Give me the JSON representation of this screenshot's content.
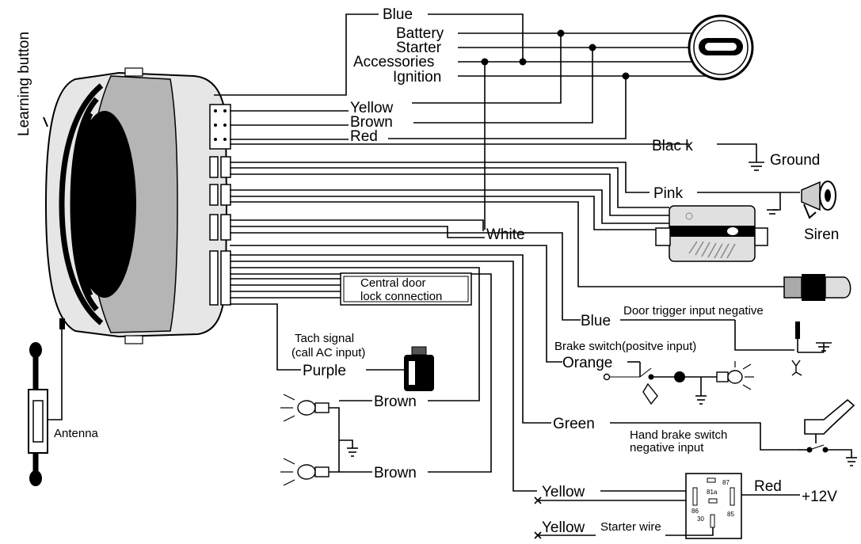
{
  "labels": {
    "learning_button": "Learning button",
    "antenna": "Antenna",
    "blue_top": "Blue",
    "battery": "Battery",
    "starter": "Starter",
    "accessories": "Accessories",
    "ignition": "Ignition",
    "yellow_top": "Yellow",
    "brown_top": "Brown",
    "red_top": "Red",
    "black": "Blac k",
    "ground": "Ground",
    "pink": "Pink",
    "siren": "Siren",
    "white": "White",
    "central_door": "Central door",
    "lock_connection": "lock connection",
    "blue_door": "Blue",
    "door_trigger": "Door trigger input negative",
    "tach_signal": "Tach signal",
    "call_ac": "(call AC input)",
    "purple": "Purple",
    "brake_switch": "Brake switch(positve input)",
    "orange": "Orange",
    "brown_lamp1": "Brown",
    "green": "Green",
    "hand_brake": "Hand brake switch",
    "negative_input": "negative input",
    "brown_lamp2": "Brown",
    "yellow_relay": "Yellow",
    "red_relay": "Red",
    "plus12v": "+12V",
    "yellow_starter": "Yellow",
    "starter_wire": "Starter wire",
    "relay_87": "87",
    "relay_81a": "81a",
    "relay_86": "86",
    "relay_30": "30",
    "relay_85": "85"
  }
}
